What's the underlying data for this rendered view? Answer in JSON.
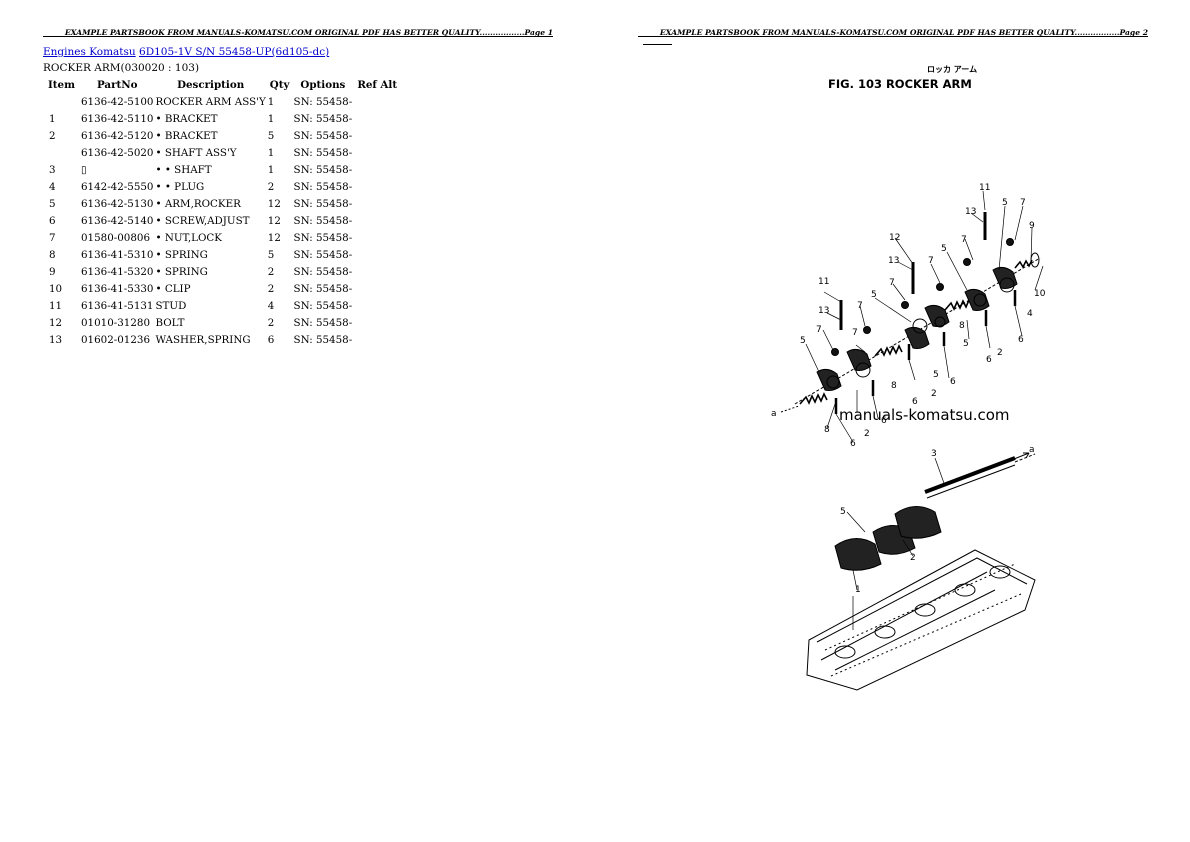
{
  "page1": {
    "header": "EXAMPLE PARTSBOOK FROM MANUALS-KOMATSU.COM ORIGINAL PDF HAS BETTER QUALITY.................Page 1",
    "breadcrumb": {
      "engines_link": "Engines Komatsu",
      "model_link": "6D105-1V S/N 55458-UP(6d105-dc)"
    },
    "subtitle": "ROCKER ARM(030020 : 103)",
    "table": {
      "headers": [
        "Item",
        "PartNo",
        "Description",
        "Qty",
        "Options",
        "Ref Alt"
      ],
      "rows": [
        {
          "item": "",
          "partno": "6136-42-5100",
          "desc": "ROCKER ARM ASS'Y",
          "qty": "1",
          "options": "SN: 55458-",
          "ref": ""
        },
        {
          "item": "1",
          "partno": "6136-42-5110",
          "desc": "• BRACKET",
          "qty": "1",
          "options": "SN: 55458-",
          "ref": ""
        },
        {
          "item": "2",
          "partno": "6136-42-5120",
          "desc": "• BRACKET",
          "qty": "5",
          "options": "SN: 55458-",
          "ref": ""
        },
        {
          "item": "",
          "partno": "6136-42-5020",
          "desc": "• SHAFT ASS'Y",
          "qty": "1",
          "options": "SN: 55458-",
          "ref": ""
        },
        {
          "item": "3",
          "partno": "▯",
          "desc": "• • SHAFT",
          "qty": "1",
          "options": "SN: 55458-",
          "ref": ""
        },
        {
          "item": "4",
          "partno": "6142-42-5550",
          "desc": "• • PLUG",
          "qty": "2",
          "options": "SN: 55458-",
          "ref": ""
        },
        {
          "item": "5",
          "partno": "6136-42-5130",
          "desc": "• ARM,ROCKER",
          "qty": "12",
          "options": "SN: 55458-",
          "ref": ""
        },
        {
          "item": "6",
          "partno": "6136-42-5140",
          "desc": "• SCREW,ADJUST",
          "qty": "12",
          "options": "SN: 55458-",
          "ref": ""
        },
        {
          "item": "7",
          "partno": "01580-00806",
          "desc": "• NUT,LOCK",
          "qty": "12",
          "options": "SN: 55458-",
          "ref": ""
        },
        {
          "item": "8",
          "partno": "6136-41-5310",
          "desc": "• SPRING",
          "qty": "5",
          "options": "SN: 55458-",
          "ref": ""
        },
        {
          "item": "9",
          "partno": "6136-41-5320",
          "desc": "• SPRING",
          "qty": "2",
          "options": "SN: 55458-",
          "ref": ""
        },
        {
          "item": "10",
          "partno": "6136-41-5330",
          "desc": "• CLIP",
          "qty": "2",
          "options": "SN: 55458-",
          "ref": ""
        },
        {
          "item": "11",
          "partno": "6136-41-5131",
          "desc": "STUD",
          "qty": "4",
          "options": "SN: 55458-",
          "ref": ""
        },
        {
          "item": "12",
          "partno": "01010-31280",
          "desc": "BOLT",
          "qty": "2",
          "options": "SN: 55458-",
          "ref": ""
        },
        {
          "item": "13",
          "partno": "01602-01236",
          "desc": "WASHER,SPRING",
          "qty": "6",
          "options": "SN: 55458-",
          "ref": ""
        }
      ]
    }
  },
  "page2": {
    "header": "EXAMPLE PARTSBOOK FROM MANUALS-KOMATSU.COM ORIGINAL PDF HAS BETTER QUALITY.................Page 2",
    "figure": {
      "japanese_title": "ロッカ アーム",
      "title": "FIG. 103  ROCKER  ARM",
      "watermark": "manuals-komatsu.com",
      "callouts": [
        "1",
        "2",
        "3",
        "4",
        "5",
        "6",
        "7",
        "8",
        "9",
        "10",
        "11",
        "12",
        "13",
        "a"
      ]
    }
  }
}
